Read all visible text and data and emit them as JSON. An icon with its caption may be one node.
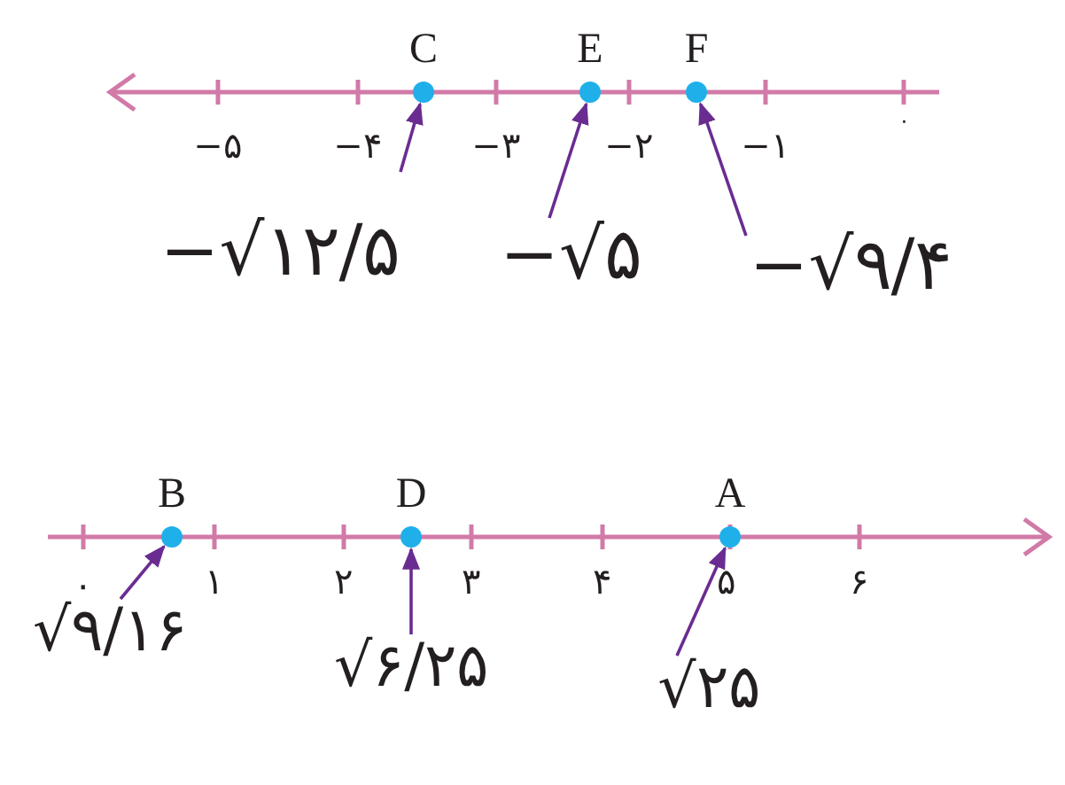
{
  "diagram": {
    "nodes": [
      {
        "text": [
          "C"
        ]
      },
      {
        "text": [
          "E"
        ]
      },
      {
        "text": [
          "F"
        ]
      },
      {
        "text": [
          "−√۱۲/۵"
        ]
      },
      {
        "text": [
          "−√۵"
        ]
      },
      {
        "text": [
          "−√۹/۴"
        ]
      },
      {
        "text": [
          "B"
        ]
      },
      {
        "text": [
          "D"
        ]
      },
      {
        "text": [
          "A"
        ]
      },
      {
        "text": [
          "√۹/۱۶"
        ]
      },
      {
        "text": [
          "√۶/۲۵"
        ]
      },
      {
        "text": [
          "√۲۵"
        ]
      }
    ],
    "edges": [
      {
        "from": 3,
        "to": 0,
        "arrow": "to"
      },
      {
        "from": 4,
        "to": 1,
        "arrow": "to"
      },
      {
        "from": 5,
        "to": 2,
        "arrow": "to"
      },
      {
        "from": 9,
        "to": 6,
        "arrow": "to"
      },
      {
        "from": 10,
        "to": 7,
        "arrow": "to"
      },
      {
        "from": 11,
        "to": 8,
        "arrow": "to"
      }
    ],
    "labels": [
      "−۵",
      "−۴",
      "−۳",
      "−۲",
      "−۱",
      "۰",
      "۰",
      "۱",
      "۲",
      "۳",
      "۴",
      "۵",
      "۶"
    ]
  }
}
